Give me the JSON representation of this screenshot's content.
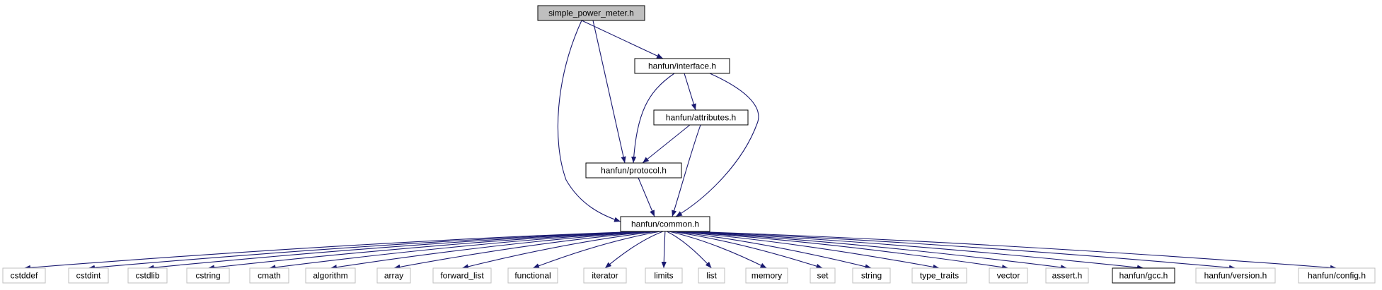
{
  "colors": {
    "edge": "#191970",
    "root_fill": "#bfbfbf",
    "root_border": "#000000",
    "internal_border": "#000000",
    "external_border": "#bfbfbf",
    "text": "#000000"
  },
  "nodes": {
    "simple_power_meter_h": {
      "label": "simple_power_meter.h",
      "kind": "root"
    },
    "interface_h": {
      "label": "hanfun/interface.h",
      "kind": "internal"
    },
    "attributes_h": {
      "label": "hanfun/attributes.h",
      "kind": "internal"
    },
    "protocol_h": {
      "label": "hanfun/protocol.h",
      "kind": "internal"
    },
    "common_h": {
      "label": "hanfun/common.h",
      "kind": "internal"
    },
    "cstddef": {
      "label": "cstddef",
      "kind": "external"
    },
    "cstdint": {
      "label": "cstdint",
      "kind": "external"
    },
    "cstdlib": {
      "label": "cstdlib",
      "kind": "external"
    },
    "cstring": {
      "label": "cstring",
      "kind": "external"
    },
    "cmath": {
      "label": "cmath",
      "kind": "external"
    },
    "algorithm": {
      "label": "algorithm",
      "kind": "external"
    },
    "array": {
      "label": "array",
      "kind": "external"
    },
    "forward_list": {
      "label": "forward_list",
      "kind": "external"
    },
    "functional": {
      "label": "functional",
      "kind": "external"
    },
    "iterator": {
      "label": "iterator",
      "kind": "external"
    },
    "limits": {
      "label": "limits",
      "kind": "external"
    },
    "list": {
      "label": "list",
      "kind": "external"
    },
    "memory": {
      "label": "memory",
      "kind": "external"
    },
    "set": {
      "label": "set",
      "kind": "external"
    },
    "string": {
      "label": "string",
      "kind": "external"
    },
    "type_traits": {
      "label": "type_traits",
      "kind": "external"
    },
    "vector": {
      "label": "vector",
      "kind": "external"
    },
    "assert_h": {
      "label": "assert.h",
      "kind": "external"
    },
    "gcc_h": {
      "label": "hanfun/gcc.h",
      "kind": "internal"
    },
    "version_h": {
      "label": "hanfun/version.h",
      "kind": "external"
    },
    "config_h": {
      "label": "hanfun/config.h",
      "kind": "external"
    }
  },
  "edges": [
    [
      "simple_power_meter_h",
      "interface_h"
    ],
    [
      "simple_power_meter_h",
      "protocol_h"
    ],
    [
      "simple_power_meter_h",
      "common_h"
    ],
    [
      "interface_h",
      "attributes_h"
    ],
    [
      "interface_h",
      "protocol_h"
    ],
    [
      "interface_h",
      "common_h"
    ],
    [
      "attributes_h",
      "protocol_h"
    ],
    [
      "attributes_h",
      "common_h"
    ],
    [
      "protocol_h",
      "common_h"
    ],
    [
      "common_h",
      "cstddef"
    ],
    [
      "common_h",
      "cstdint"
    ],
    [
      "common_h",
      "cstdlib"
    ],
    [
      "common_h",
      "cstring"
    ],
    [
      "common_h",
      "cmath"
    ],
    [
      "common_h",
      "algorithm"
    ],
    [
      "common_h",
      "array"
    ],
    [
      "common_h",
      "forward_list"
    ],
    [
      "common_h",
      "functional"
    ],
    [
      "common_h",
      "iterator"
    ],
    [
      "common_h",
      "limits"
    ],
    [
      "common_h",
      "list"
    ],
    [
      "common_h",
      "memory"
    ],
    [
      "common_h",
      "set"
    ],
    [
      "common_h",
      "string"
    ],
    [
      "common_h",
      "type_traits"
    ],
    [
      "common_h",
      "vector"
    ],
    [
      "common_h",
      "assert_h"
    ],
    [
      "common_h",
      "gcc_h"
    ],
    [
      "common_h",
      "version_h"
    ],
    [
      "common_h",
      "config_h"
    ]
  ]
}
